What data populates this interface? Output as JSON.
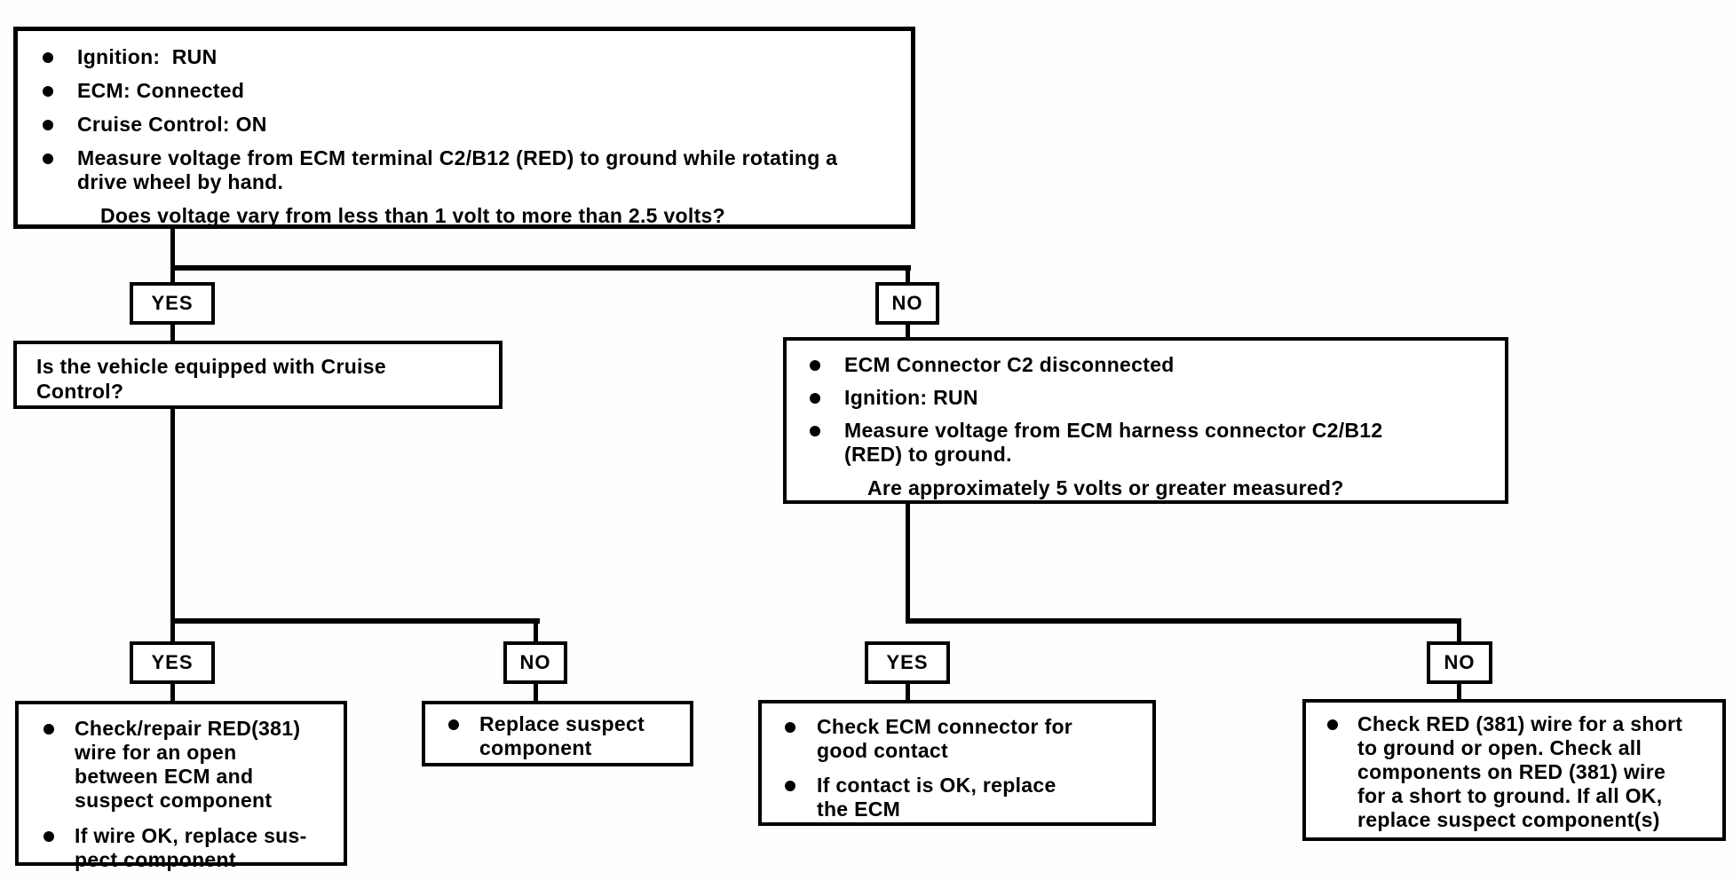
{
  "page": {
    "background": "#ffffff",
    "ink": "#000000",
    "kind": "diagnostic-flowchart"
  },
  "flowchart": {
    "start_box": {
      "bullets": [
        "Ignition:  RUN",
        "ECM: Connected",
        "Cruise Control: ON",
        "Measure voltage from ECM terminal C2/B12 (RED) to ground while rotating a\ndrive wheel by hand."
      ],
      "question": "Does voltage vary from less than 1 volt to more than 2.5 volts?"
    },
    "branch1": {
      "yes_label": "YES",
      "no_label": "NO"
    },
    "cruise_question_box": {
      "text": "Is the vehicle equipped with Cruise\nControl?"
    },
    "no_branch_box": {
      "bullets": [
        "ECM Connector C2 disconnected",
        "Ignition: RUN",
        "Measure voltage from ECM harness connector C2/B12\n(RED) to ground."
      ],
      "question": "Are approximately 5 volts or greater measured?"
    },
    "branch2": {
      "yes_label": "YES",
      "no_label": "NO"
    },
    "branch3": {
      "yes_label": "YES",
      "no_label": "NO"
    },
    "check_repair_box": {
      "bullets": [
        "Check/repair RED(381)\nwire for an open\nbetween ECM and\nsuspect component",
        "If wire OK, replace sus-\npect component"
      ]
    },
    "replace_component_box": {
      "bullets": [
        "Replace suspect\ncomponent"
      ]
    },
    "check_ecm_box": {
      "bullets": [
        "Check ECM connector for\ngood contact",
        "If contact is OK, replace\nthe ECM"
      ]
    },
    "check_red_wire_box": {
      "bullets": [
        "Check RED (381) wire for a short\nto ground or open. Check all\ncomponents on RED (381) wire\nfor a short to ground. If all OK,\nreplace suspect component(s)"
      ]
    }
  }
}
